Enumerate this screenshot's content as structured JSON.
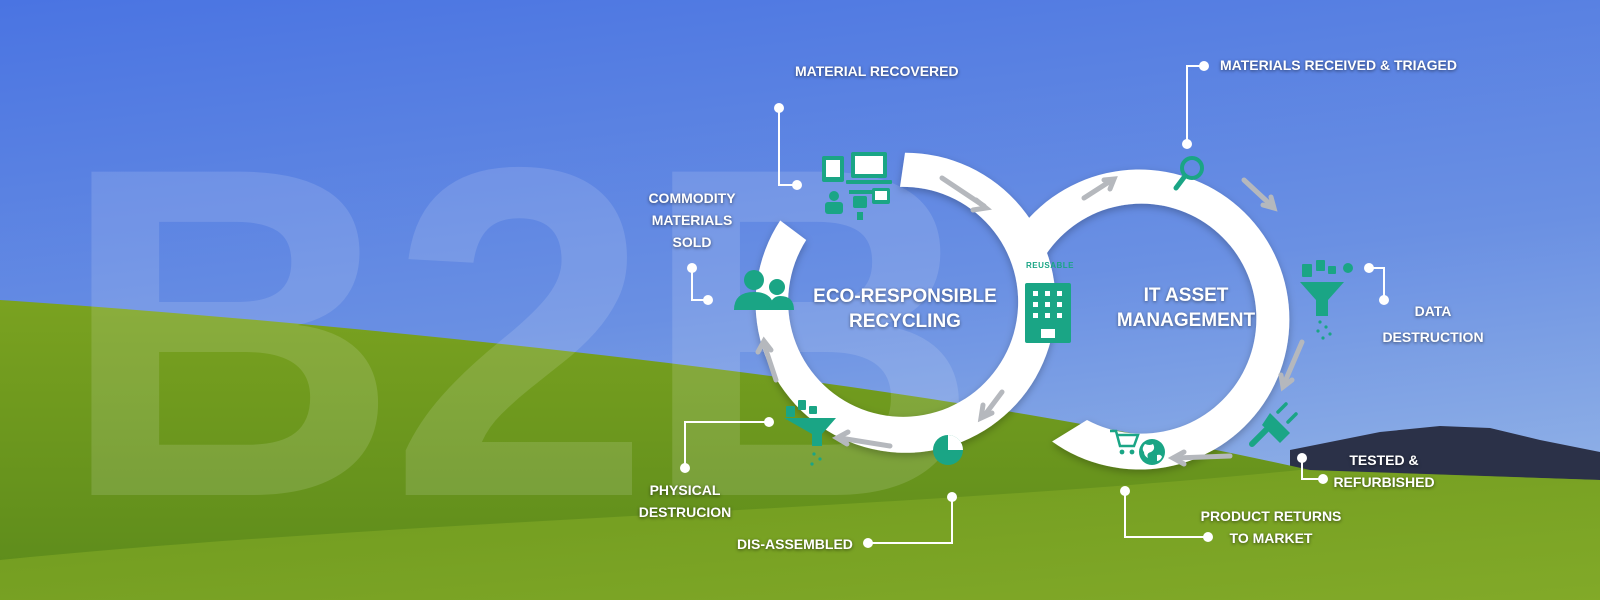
{
  "background": {
    "watermark": "B2B",
    "sky_top": "#4a74e2",
    "sky_bottom": "#7ea2df",
    "grass_top": "#7aa220",
    "grass_bottom": "#5b8a1b",
    "mountain": "#2b3148"
  },
  "colors": {
    "accent": "#1aa585",
    "ring": "#ffffff",
    "arrow": "#b5b8bd"
  },
  "loops": {
    "left_title_line1": "ECO-RESPONSIBLE",
    "left_title_line2": "RECYCLING",
    "right_title_line1": "IT ASSET",
    "right_title_line2": "MANAGEMENT",
    "junction_label": "REUSABLE"
  },
  "steps": {
    "material_recovered": "MATERIAL RECOVERED",
    "materials_received": "MATERIALS RECEIVED & TRIAGED",
    "commodity_line1": "COMMODITY",
    "commodity_line2": "MATERIALS",
    "commodity_line3": "SOLD",
    "data_line1": "DATA",
    "data_line2": "DESTRUCTION",
    "tested_line1": "TESTED &",
    "tested_line2": "REFURBISHED",
    "product_line1": "PRODUCT RETURNS",
    "product_line2": "TO MARKET",
    "physical_line1": "PHYSICAL",
    "physical_line2": "DESTRUCION",
    "disassembled": "DIS-ASSEMBLED"
  },
  "icons": [
    "devices-icon",
    "search-icon",
    "shredder-icon",
    "plug-icon",
    "cart-globe-icon",
    "pie-chart-icon",
    "funnel-icon",
    "users-icon",
    "building-icon"
  ]
}
